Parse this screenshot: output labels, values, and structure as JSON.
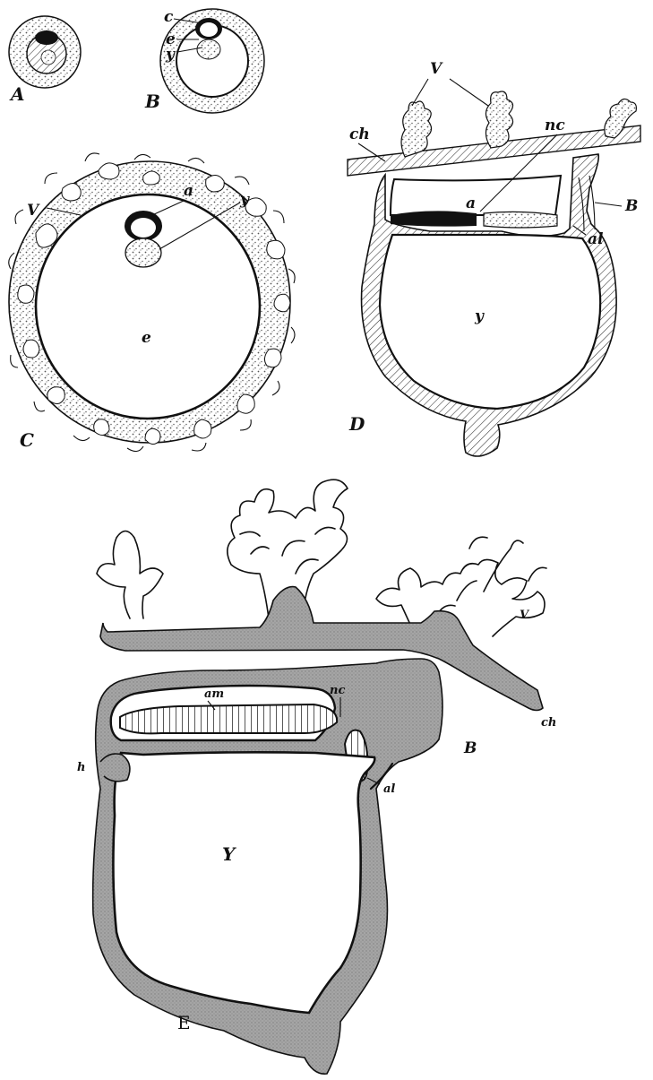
{
  "figures": {
    "A": {
      "label": "A"
    },
    "B": {
      "label": "B",
      "parts": {
        "c": "c",
        "e": "e",
        "y": "y"
      }
    },
    "C": {
      "label": "C",
      "parts": {
        "V": "V",
        "a": "a",
        "y": "y",
        "e": "e"
      }
    },
    "D": {
      "label": "D",
      "parts": {
        "V": "V",
        "ch": "ch",
        "nc": "nc",
        "a": "a",
        "B": "B",
        "al": "al",
        "y": "y"
      }
    },
    "E": {
      "label": "E",
      "parts": {
        "am": "am",
        "nc": "nc",
        "ch": "ch",
        "B": "B",
        "al": "al",
        "h": "h",
        "Y": "Y",
        "V": "V"
      }
    }
  },
  "colors": {
    "ink": "#111111",
    "stipple": "#6b6b6b",
    "grey_fill": "#9a9a9a",
    "background": "#ffffff"
  }
}
